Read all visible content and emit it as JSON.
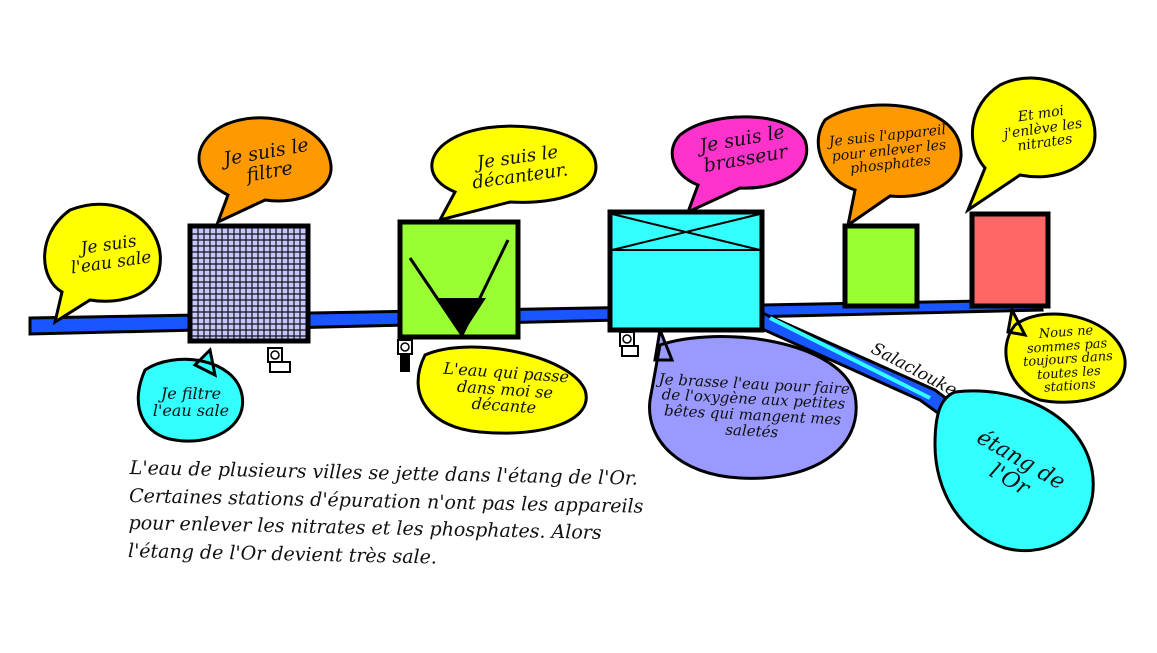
{
  "bubbles": {
    "eau_sale": "Je suis l'eau sale",
    "filtre": "Je suis le filtre",
    "decanteur": "Je suis le décanteur.",
    "brasseur": "Je suis le brasseur",
    "appareil_phosphates": "Je suis l'appareil pour enlever les phosphates",
    "nitrates": "Et moi j'enlève les nitrates",
    "filtre_action": "Je filtre l'eau sale",
    "decante_action": "L'eau qui passe dans moi se décante",
    "brasse_action": "Je brasse l'eau pour faire de l'oxygène aux petites bêtes qui mangent mes saletés",
    "stations": "Nous ne sommes pas toujours dans toutes les stations",
    "etang": "étang de l'Or"
  },
  "labels": {
    "canal": "Salaclouke"
  },
  "note": "L'eau de plusieurs villes se jette dans l'étang de l'Or. Certaines stations d'épuration n'ont pas les appareils pour enlever les nitrates et les phosphates. Alors l'étang de l'Or devient très sale.",
  "colors": {
    "pipe": "#1a56ff",
    "yellow": "#ffff00",
    "orange": "#ff9900",
    "magenta": "#ff33cc",
    "cyan": "#33ffff",
    "lavender": "#9999ff",
    "lime": "#99ff33",
    "salmon": "#ff6666",
    "grid": "#6666cc"
  }
}
